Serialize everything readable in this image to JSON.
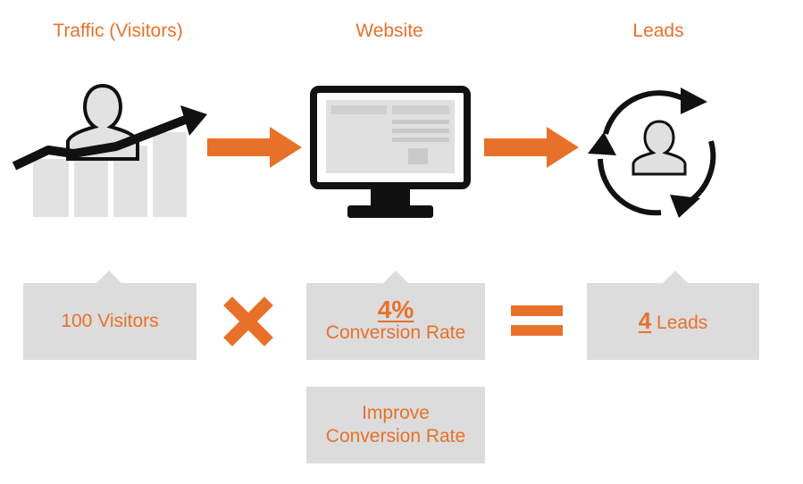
{
  "headings": {
    "traffic": "Traffic (Visitors)",
    "website": "Website",
    "leads": "Leads"
  },
  "boxes": {
    "visitors": "100 Visitors",
    "conversion_value": "4%",
    "conversion_label": "Conversion Rate",
    "leads_number": "4",
    "leads_label": "Leads",
    "improve_line1": "Improve",
    "improve_line2": "Conversion Rate"
  },
  "operators": {
    "multiply": "multiply-icon",
    "equals": "equals-icon"
  },
  "colors": {
    "accent": "#e8712a",
    "box": "#dcdcdc",
    "icon": "#111111",
    "light": "#e0e0e0"
  }
}
